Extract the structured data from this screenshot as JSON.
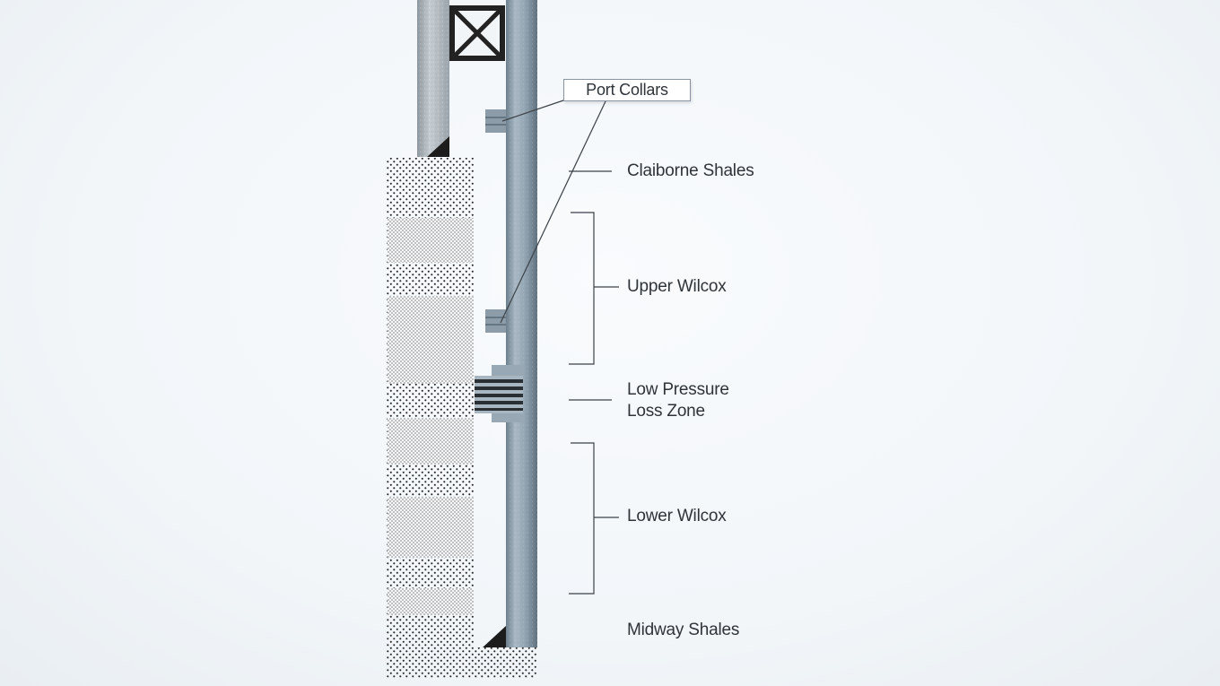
{
  "callout": {
    "label": "Port Collars"
  },
  "formations": [
    {
      "id": "claiborne",
      "label": "Claiborne Shales"
    },
    {
      "id": "upper_wilcox",
      "label": "Upper Wilcox"
    },
    {
      "id": "low_pressure",
      "lines": [
        "Low Pressure",
        "Loss Zone"
      ]
    },
    {
      "id": "lower_wilcox",
      "label": "Lower Wilcox"
    },
    {
      "id": "midway",
      "label": "Midway Shales"
    }
  ],
  "colors": {
    "pipe": "#9aabb8",
    "pipe_dark": "#6c7e8c",
    "casing": "#b9c2c9",
    "line": "#3b4248",
    "marker": "#1c1c1c"
  },
  "icons": [
    "hanger-x-icon"
  ]
}
